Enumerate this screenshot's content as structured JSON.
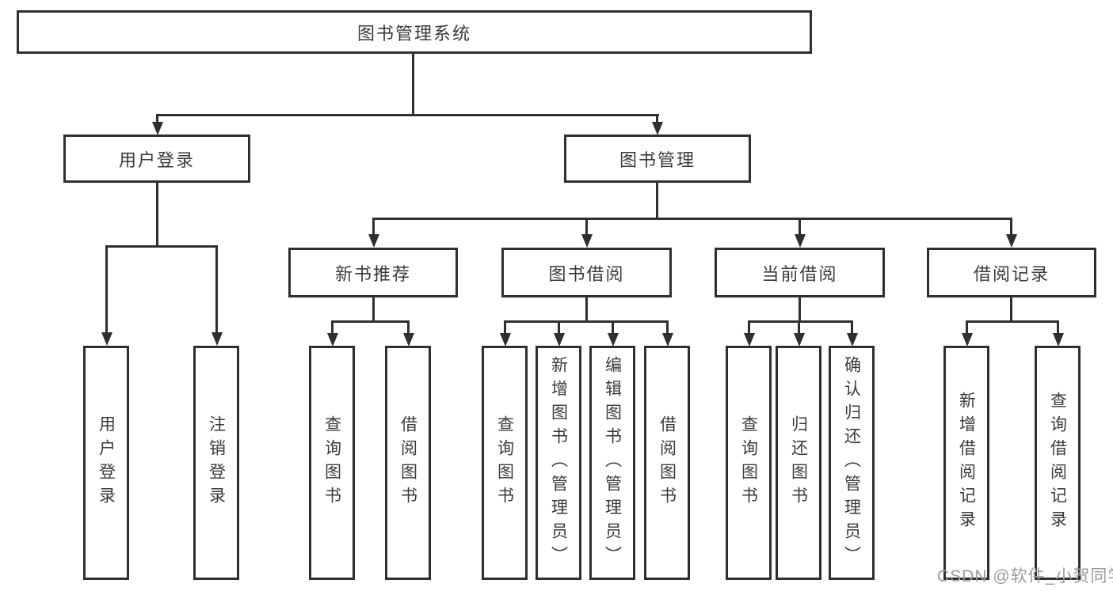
{
  "colors": {
    "background": "#ffffff",
    "line": "#2f2f2f",
    "text": "#3a3a3a",
    "watermark": "#9c9c9c"
  },
  "watermark": {
    "text": "CSDN @软件_小贺同学"
  },
  "nodes": {
    "root": {
      "label": "图书管理系统"
    },
    "user_login": {
      "label": "用户登录"
    },
    "book_management": {
      "label": "图书管理"
    },
    "user_login_children": [
      {
        "label": "用户登录"
      },
      {
        "label": "注销登录"
      }
    ],
    "new_book": {
      "label": "新书推荐"
    },
    "book_borrow": {
      "label": "图书借阅"
    },
    "current_borrow": {
      "label": "当前借阅"
    },
    "borrow_record": {
      "label": "借阅记录"
    },
    "new_book_children": [
      {
        "label": "查询图书"
      },
      {
        "label": "借阅图书"
      }
    ],
    "book_borrow_children": [
      {
        "label": "查询图书"
      },
      {
        "label": "新增图书（管理员）"
      },
      {
        "label": "编辑图书（管理员）"
      },
      {
        "label": "借阅图书"
      }
    ],
    "current_borrow_children": [
      {
        "label": "查询图书"
      },
      {
        "label": "归还图书"
      },
      {
        "label": "确认归还（管理员）"
      }
    ],
    "borrow_record_children": [
      {
        "label": "新增借阅记录"
      },
      {
        "label": "查询借阅记录"
      }
    ]
  }
}
